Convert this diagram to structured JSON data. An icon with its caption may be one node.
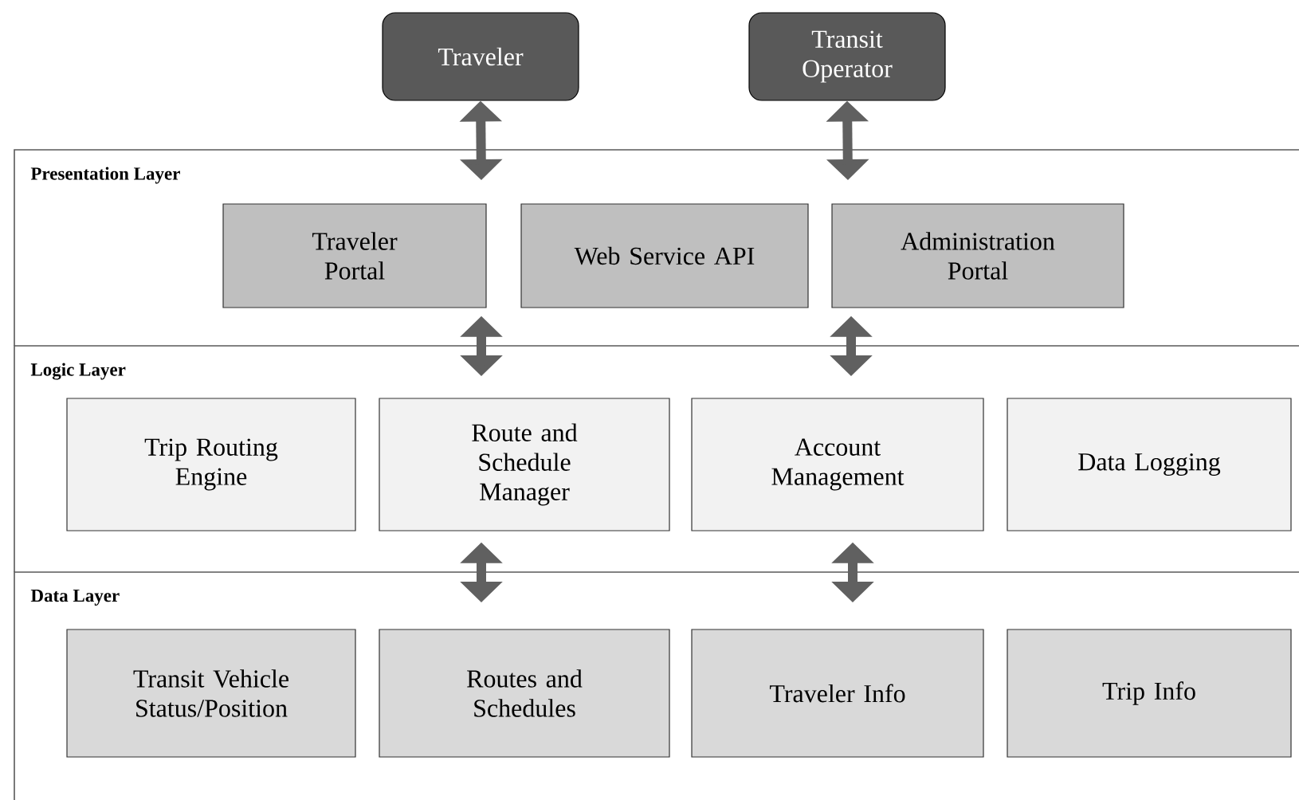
{
  "diagram": {
    "nodes": [
      {
        "text": [
          "Traveler"
        ]
      },
      {
        "text": [
          "Transit Operator"
        ]
      },
      {
        "text": [
          "Presentation Layer"
        ]
      },
      {
        "text": [
          "Traveler Portal"
        ],
        "in": 2
      },
      {
        "text": [
          "Web Service API"
        ],
        "in": 2
      },
      {
        "text": [
          "Administration Portal"
        ],
        "in": 2
      },
      {
        "text": [
          "Logic Layer"
        ]
      },
      {
        "text": [
          "Trip Routing Engine"
        ],
        "in": 6
      },
      {
        "text": [
          "Route and Schedule Manager"
        ],
        "in": 6
      },
      {
        "text": [
          "Account Management"
        ],
        "in": 6
      },
      {
        "text": [
          "Data Logging"
        ],
        "in": 6
      },
      {
        "text": [
          "Data Layer"
        ]
      },
      {
        "text": [
          "Transit Vehicle Status/Position"
        ],
        "in": 11
      },
      {
        "text": [
          "Routes and Schedules"
        ],
        "in": 11
      },
      {
        "text": [
          "Traveler Info"
        ],
        "in": 11
      },
      {
        "text": [
          "Trip Info"
        ],
        "in": 11
      }
    ],
    "edges": [
      {
        "from": 0,
        "to": 2,
        "arrow": "both"
      },
      {
        "from": 1,
        "to": 2,
        "arrow": "both"
      },
      {
        "from": 2,
        "to": 6,
        "arrow": "both"
      },
      {
        "from": 2,
        "to": 6,
        "arrow": "both"
      },
      {
        "from": 6,
        "to": 11,
        "arrow": "both"
      },
      {
        "from": 6,
        "to": 11,
        "arrow": "both"
      }
    ]
  }
}
